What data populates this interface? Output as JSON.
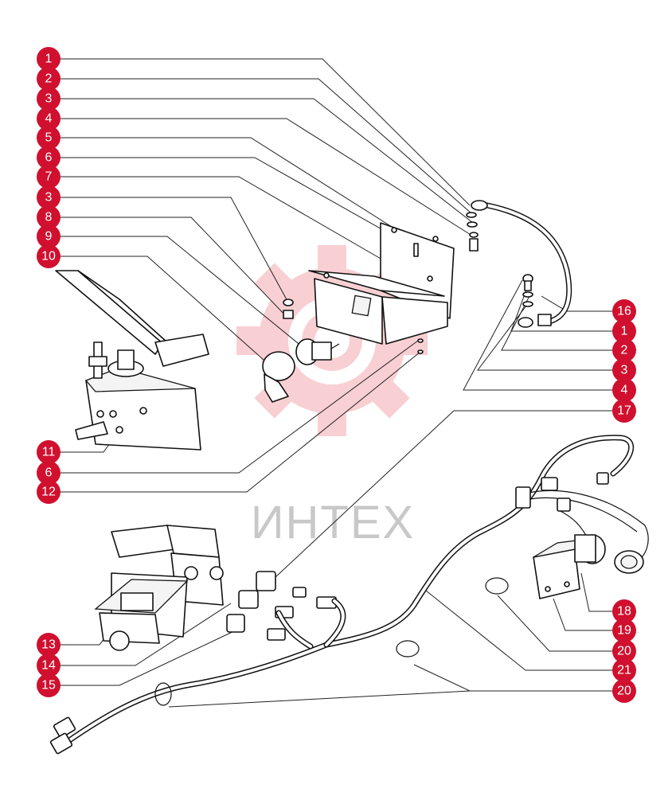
{
  "colors": {
    "callout": "#d0102e",
    "watermark": "#f3a9b0",
    "watermark_text": "#c8c8c8",
    "line": "#222222"
  },
  "watermark": {
    "logo": "gear-logo",
    "text": "ИНТЕХ"
  },
  "callouts": [
    "1",
    "2",
    "3",
    "4",
    "5",
    "6",
    "7",
    "3",
    "8",
    "9",
    "10",
    "11",
    "6",
    "12",
    "13",
    "14",
    "15",
    "16",
    "1",
    "2",
    "3",
    "4",
    "17",
    "18",
    "19",
    "20",
    "21",
    "20"
  ]
}
